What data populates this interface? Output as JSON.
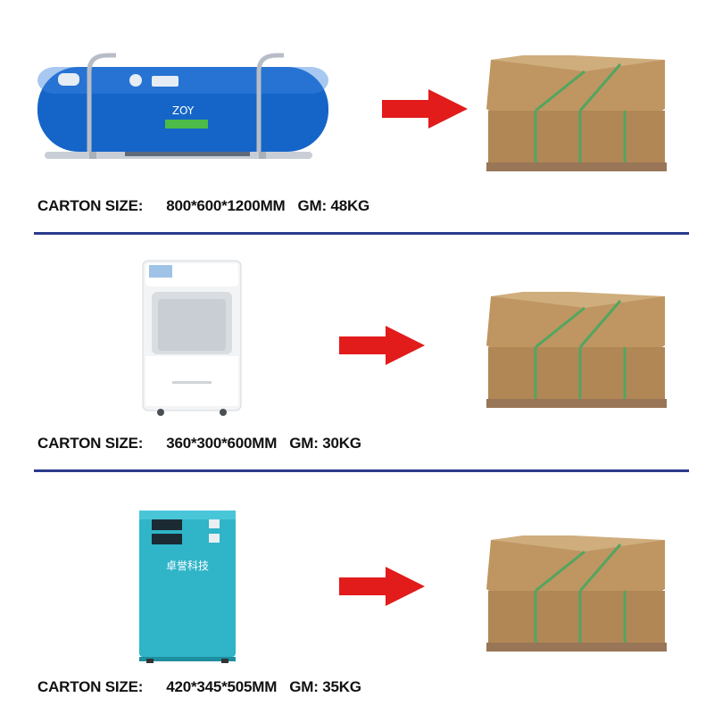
{
  "colors": {
    "divider": "#2b3a8c",
    "arrow": "#e21b1b",
    "chamber_blue": "#1565c9",
    "box_cardboard": "#a8773f",
    "cabinet_teal": "#2fb4c8"
  },
  "products": [
    {
      "image": "hyperbaric-chamber",
      "logo_text": "ZOY",
      "carton_label": "CARTON SIZE:",
      "carton_size": "800*600*1200MM",
      "weight": "GM: 48KG"
    },
    {
      "image": "oxygen-concentrator",
      "carton_label": "CARTON SIZE:",
      "carton_size": "360*300*600MM",
      "weight": "GM: 30KG"
    },
    {
      "image": "oxygen-cabinet",
      "brand_text": "卓誉科技",
      "carton_label": "CARTON SIZE:",
      "carton_size": "420*345*505MM",
      "weight": "GM: 35KG"
    }
  ],
  "icons": [
    "right-arrow-icon",
    "packed-carton-icon"
  ]
}
